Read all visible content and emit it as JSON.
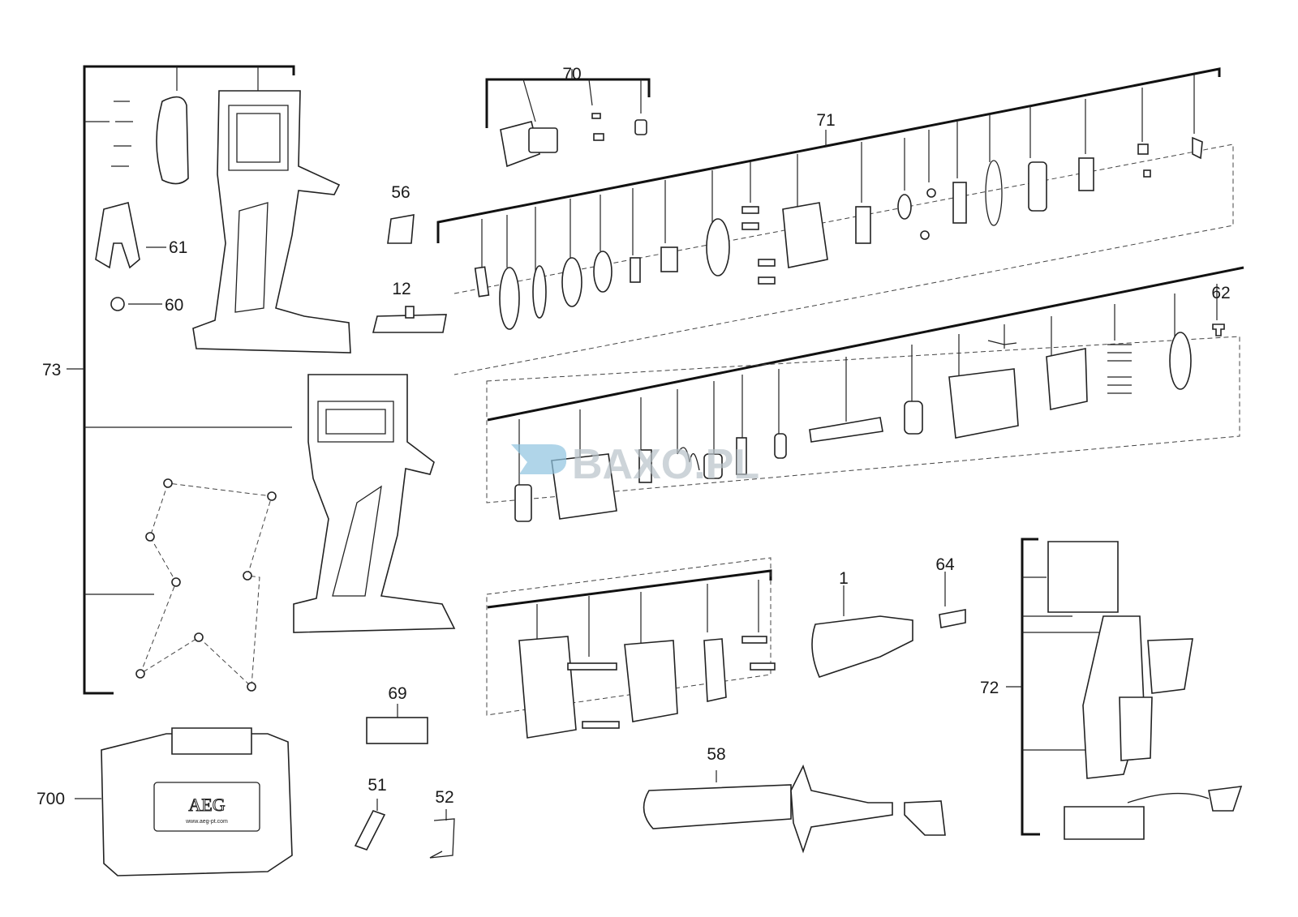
{
  "diagram": {
    "callouts": {
      "c70": "70",
      "c71": "71",
      "c56": "56",
      "c12": "12",
      "c61": "61",
      "c60": "60",
      "c73": "73",
      "c62": "62",
      "c64": "64",
      "c1": "1",
      "c69": "69",
      "c51": "51",
      "c52": "52",
      "c58": "58",
      "c700": "700",
      "c72": "72"
    },
    "case_logo": "AEG",
    "case_url": "www.aeg-pt.com",
    "watermark": "BAXO.PL"
  }
}
